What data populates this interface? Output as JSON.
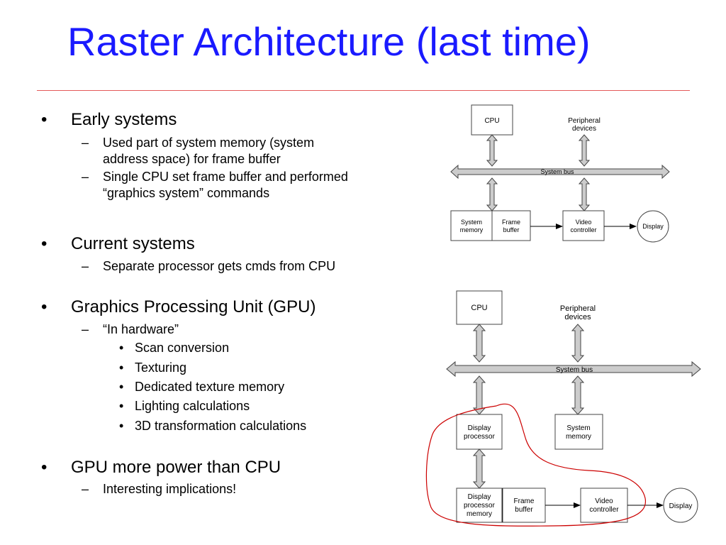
{
  "slide": {
    "title": "Raster Architecture (last time)"
  },
  "bullets": {
    "early": {
      "label": "Early systems",
      "subs": [
        [
          "Used part of system memory (system",
          "address space) for frame buffer"
        ],
        [
          "Single CPU set frame buffer and performed",
          "“graphics system” commands"
        ]
      ]
    },
    "current": {
      "label": "Current systems",
      "subs": [
        "Separate processor gets cmds from CPU"
      ]
    },
    "gpu": {
      "label": "Graphics Processing Unit (GPU)",
      "sub": "“In hardware”",
      "items": [
        "Scan conversion",
        "Texturing",
        "Dedicated texture memory",
        "Lighting calculations",
        "3D transformation calculations"
      ]
    },
    "power": {
      "label": "GPU more power than CPU",
      "subs": [
        "Interesting implications!"
      ]
    }
  },
  "symbols": {
    "bullet": "•",
    "dash": "–"
  },
  "diagram_top": {
    "cpu": "CPU",
    "peripheral": [
      "Peripheral",
      "devices"
    ],
    "bus": "System bus",
    "sysmem": [
      "System",
      "memory"
    ],
    "framebuf": [
      "Frame",
      "buffer"
    ],
    "video": [
      "Video",
      "controller"
    ],
    "display": "Display"
  },
  "diagram_bottom": {
    "cpu": "CPU",
    "peripheral": [
      "Peripheral",
      "devices"
    ],
    "bus": "System bus",
    "dispproc": [
      "Display",
      "processor"
    ],
    "sysmem": [
      "System",
      "memory"
    ],
    "dpmem": [
      "Display",
      "processor",
      "memory"
    ],
    "framebuf": [
      "Frame",
      "buffer"
    ],
    "video": [
      "Video",
      "controller"
    ],
    "display": "Display"
  },
  "colors": {
    "title": "#1a1aff",
    "rule": "#e45a5a",
    "arrow_fill": "#cccccc",
    "annotation": "#cc0000"
  }
}
